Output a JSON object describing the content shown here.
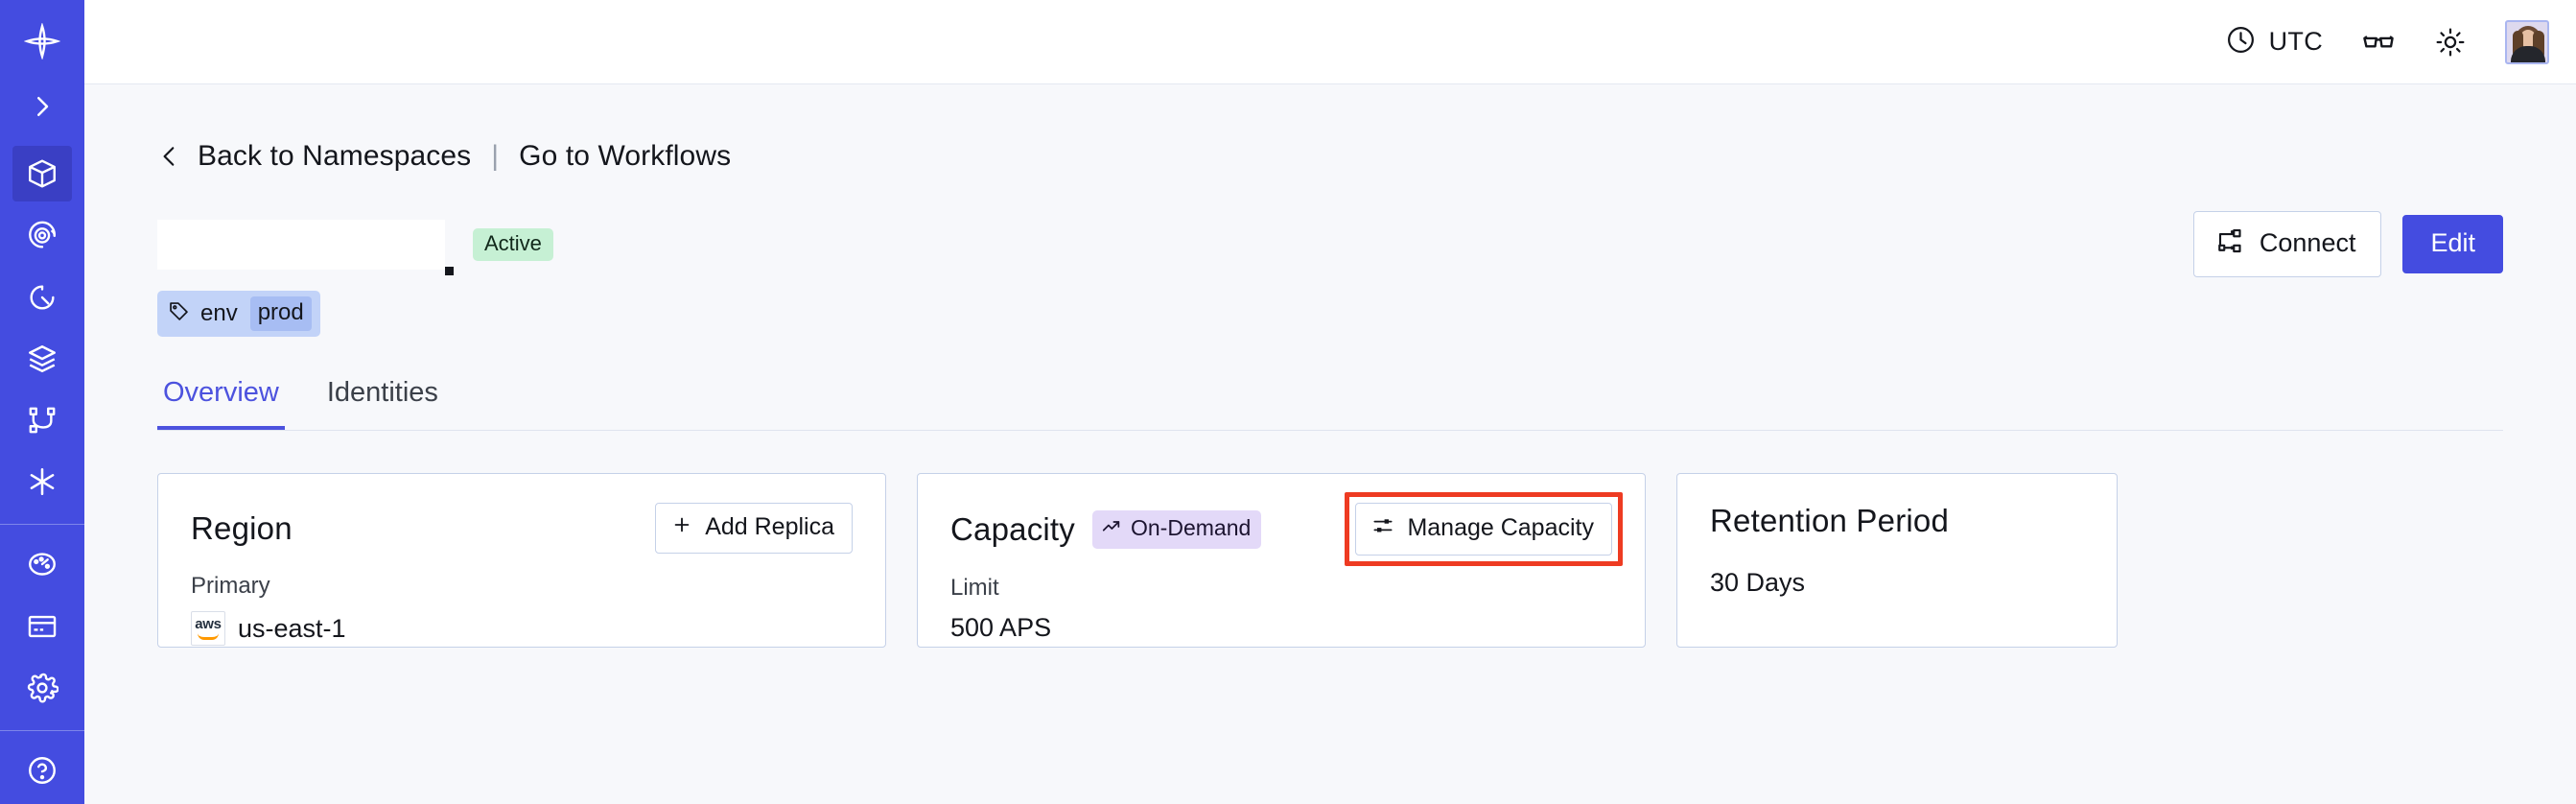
{
  "sidebar": {
    "brand": "temporal-logo-icon",
    "items": [
      {
        "name": "expand-sidebar",
        "icon": "chevron-right-icon",
        "active": false
      },
      {
        "name": "namespaces",
        "icon": "cube-icon",
        "active": true
      },
      {
        "name": "observability",
        "icon": "eye-spiral-icon",
        "active": false
      },
      {
        "name": "schedules",
        "icon": "timer-icon",
        "active": false
      },
      {
        "name": "task-queues",
        "icon": "layers-icon",
        "active": false
      },
      {
        "name": "workflows",
        "icon": "branch-nodes-icon",
        "active": false
      },
      {
        "name": "nexus",
        "icon": "asterisk-icon",
        "active": false
      },
      {
        "name": "usage",
        "icon": "gauge-icon",
        "active": false
      },
      {
        "name": "billing",
        "icon": "credit-card-icon",
        "active": false
      },
      {
        "name": "settings",
        "icon": "gear-icon",
        "active": false
      }
    ]
  },
  "topbar": {
    "timezone_icon": "clock-icon",
    "timezone": "UTC",
    "reading_mode_icon": "glasses-icon",
    "theme_icon": "sun-icon",
    "avatar_icon": "user-avatar"
  },
  "breadcrumb": {
    "back_icon": "chevron-left-icon",
    "back_label": "Back to Namespaces",
    "separator": "|",
    "forward_label": "Go to Workflows"
  },
  "header": {
    "namespace_name": "",
    "status_badge": "Active",
    "tag": {
      "icon": "tag-icon",
      "key": "env",
      "value": "prod"
    },
    "connect_button": "Connect",
    "connect_icon": "connect-flow-icon",
    "edit_button": "Edit"
  },
  "tabs": [
    {
      "label": "Overview",
      "active": true
    },
    {
      "label": "Identities",
      "active": false
    }
  ],
  "cards": {
    "region": {
      "title": "Region",
      "action_label": "Add Replica",
      "action_icon": "plus-icon",
      "sub_label": "Primary",
      "provider_icon": "aws-logo",
      "value": "us-east-1"
    },
    "capacity": {
      "title": "Capacity",
      "badge_label": "On-Demand",
      "badge_icon": "trend-up-icon",
      "action_label": "Manage Capacity",
      "action_icon": "sliders-icon",
      "sub_label": "Limit",
      "value": "500 APS",
      "highlighted": true
    },
    "retention": {
      "title": "Retention Period",
      "value": "30 Days"
    }
  },
  "colors": {
    "brand": "#444ce0",
    "sidebar": "#444ce0",
    "page_bg": "#f7f8fb",
    "card_border": "#c5d1e8",
    "status_active_bg": "#c6f0d4",
    "tag_bg": "#c2d3f8",
    "tag_value_bg": "#a7bdf3",
    "badge_ondemand_bg": "#e3d9f8",
    "highlight": "#ee3b22",
    "tab_active": "#4c52de"
  }
}
